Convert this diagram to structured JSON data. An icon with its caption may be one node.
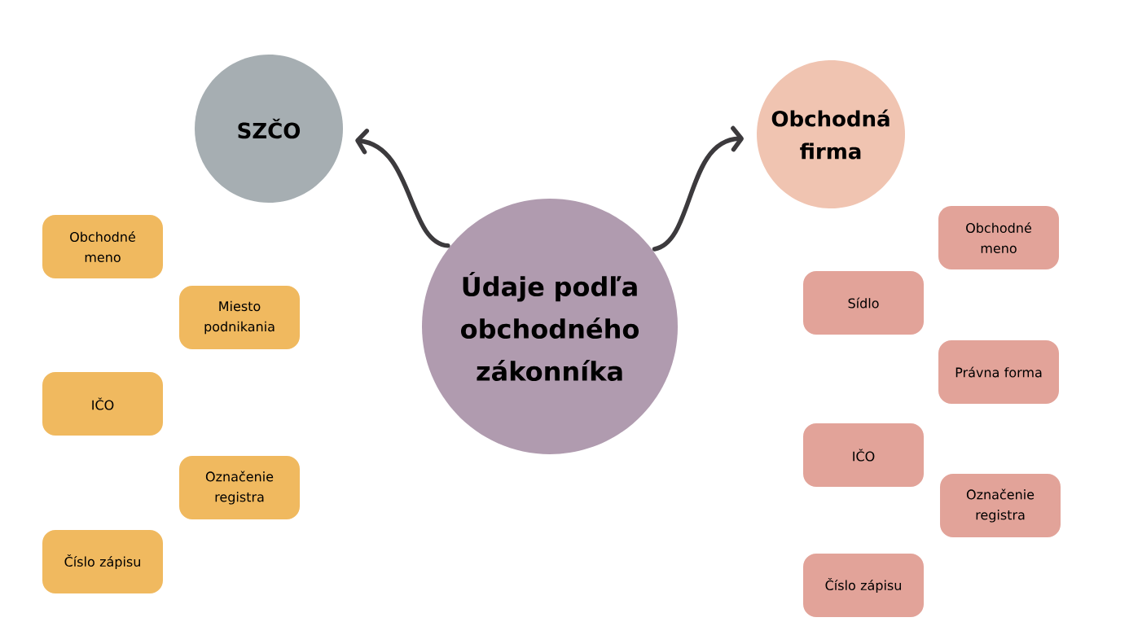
{
  "diagram": {
    "nodes": [
      {
        "text": [
          "Údaje podľa obchodného zákonníka"
        ]
      },
      {
        "text": [
          "SZČO"
        ]
      },
      {
        "text": [
          "Obchodná firma"
        ]
      },
      {
        "text": [
          "Obchodné meno"
        ]
      },
      {
        "text": [
          "Miesto podnikania"
        ]
      },
      {
        "text": [
          "IČO"
        ]
      },
      {
        "text": [
          "Označenie registra"
        ]
      },
      {
        "text": [
          "Číslo zápisu"
        ]
      },
      {
        "text": [
          "Obchodné meno"
        ]
      },
      {
        "text": [
          "Sídlo"
        ]
      },
      {
        "text": [
          "Právna forma"
        ]
      },
      {
        "text": [
          "IČO"
        ]
      },
      {
        "text": [
          "Označenie registra"
        ]
      },
      {
        "text": [
          "Číslo zápisu"
        ]
      }
    ],
    "edges": [
      {
        "from": 0,
        "to": 1,
        "arrow": "to"
      },
      {
        "from": 0,
        "to": 2,
        "arrow": "to"
      }
    ]
  }
}
